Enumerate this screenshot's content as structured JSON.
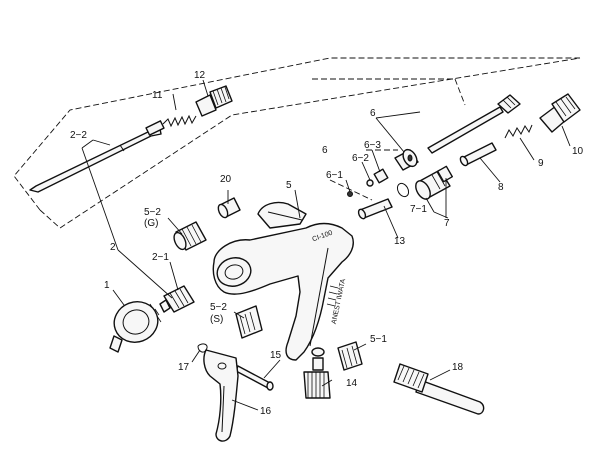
{
  "diagram": {
    "callouts": {
      "p1": "1",
      "p2": "2",
      "p2_1": "2−1",
      "p2_2": "2−2",
      "p5": "5",
      "p5_1": "5−1",
      "p5_2g": "5−2",
      "p5_2g_sub": "(G)",
      "p5_2s": "5−2",
      "p5_2s_sub": "(S)",
      "p6": "6",
      "p6_1": "6−1",
      "p6_2": "6−2",
      "p6_3": "6−3",
      "p7": "7",
      "p7_1": "7−1",
      "p8": "8",
      "p9": "9",
      "p10": "10",
      "p11": "11",
      "p12": "12",
      "p13": "13",
      "p14": "14",
      "p15": "15",
      "p16": "16",
      "p17": "17",
      "p18": "18",
      "p20": "20"
    },
    "body_marks": {
      "model": "CI-100",
      "brand": "ANEST IWATA"
    }
  }
}
